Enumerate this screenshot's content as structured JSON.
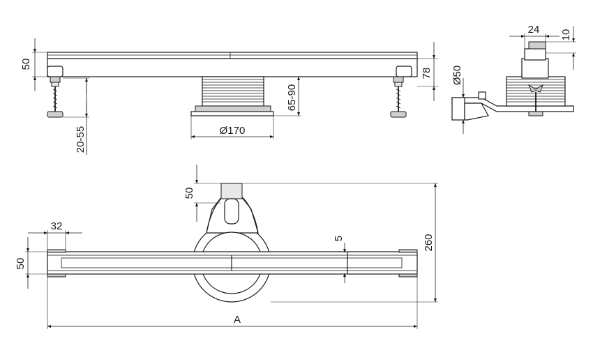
{
  "dimensions": {
    "side_height": "50",
    "foot_adjust": "20-55",
    "outlet_diameter": "Ø170",
    "body_height": "65-90",
    "side_total": "78",
    "end_width": "24",
    "end_top": "10",
    "end_pipe": "Ø50",
    "plan_outlet": "50",
    "plan_flange": "32",
    "plan_width": "50",
    "plan_slot": "5",
    "plan_depth": "260",
    "plan_length": "A"
  }
}
